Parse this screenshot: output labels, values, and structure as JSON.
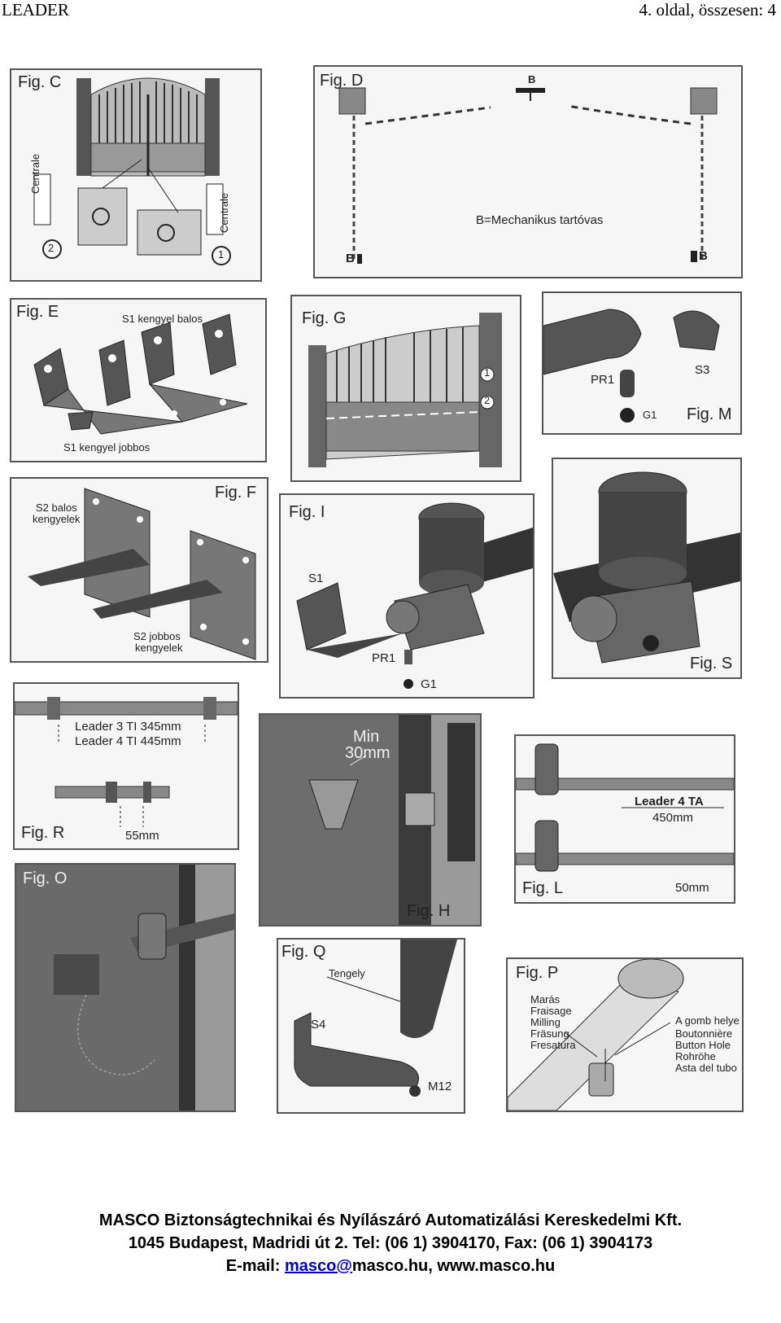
{
  "header": {
    "left": "LEADER",
    "right": "4. oldal, összesen: 4"
  },
  "figures": {
    "c": {
      "title": "Fig. C",
      "centrale_left": "Centrale",
      "centrale_right": "Centrale",
      "num2": "2",
      "num1": "1"
    },
    "d": {
      "title": "Fig. D",
      "b_top": "B",
      "b_left": "B",
      "b_right": "B",
      "caption": "B=Mechanikus tartóvas"
    },
    "e": {
      "title": "Fig. E",
      "top": "S1 kengyel balos",
      "bottom": "S1 kengyel jobbos"
    },
    "g": {
      "title": "Fig. G",
      "num1": "1",
      "num2": "2"
    },
    "m": {
      "title": "Fig. M",
      "pr1": "PR1",
      "s3": "S3",
      "g1": "G1"
    },
    "f": {
      "title": "Fig. F",
      "s2b_1": "S2 balos",
      "s2b_2": "kengyelek",
      "s2j_1": "S2 jobbos",
      "s2j_2": "kengyelek"
    },
    "i": {
      "title": "Fig. I",
      "s1": "S1",
      "pr1": "PR1",
      "g1": "G1"
    },
    "s": {
      "title": "Fig. S"
    },
    "r": {
      "title": "Fig. R",
      "line1": "Leader 3 TI 345mm",
      "line2": "Leader 4 TI 445mm",
      "dim": "55mm"
    },
    "h": {
      "title": "Fig. H",
      "min1": "Min",
      "min2": "30mm"
    },
    "l": {
      "title": "Fig. L",
      "model": "Leader 4 TA",
      "len": "450mm",
      "dim": "50mm"
    },
    "o": {
      "title": "Fig. O"
    },
    "q": {
      "title": "Fig. Q",
      "tengely": "Tengely",
      "s4": "S4",
      "m12": "M12"
    },
    "p": {
      "title": "Fig. P",
      "left": [
        "Marás",
        "Fraisage",
        "Milling",
        "Fräsung",
        "Fresatura"
      ],
      "right": [
        "A gomb helye",
        "Boutonnière",
        "Button Hole",
        "Rohröhe",
        "Asta del tubo"
      ]
    }
  },
  "footer": {
    "line1": "MASCO Biztonságtechnikai és Nyílászáró Automatizálási Kereskedelmi Kft.",
    "line2": "1045 Budapest, Madridi út 2. Tel: (06 1) 3904170, Fax: (06 1) 3904173",
    "email_prefix": "E-mail: ",
    "email_link": "masco@",
    "email_rest": "masco.hu, www.masco.hu"
  }
}
